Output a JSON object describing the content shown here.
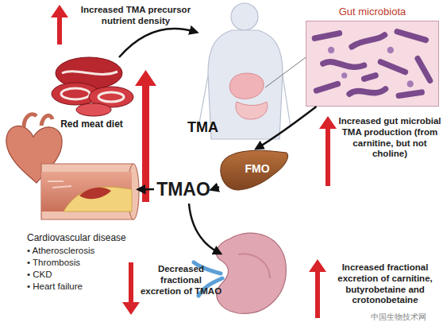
{
  "diagram": {
    "nodes": [
      {
        "text": [
          "Red meat diet"
        ]
      },
      {
        "text": [
          "Gut microbiota"
        ]
      },
      {
        "text": [
          "FMO"
        ]
      },
      {
        "text": [
          "TMAO"
        ]
      },
      {
        "text": [
          "Cardiovascular disease",
          "• Atherosclerosis",
          "• Thrombosis",
          "• CKD",
          "• Heart failure"
        ]
      }
    ],
    "edges": [
      {
        "from": 1,
        "to": 2,
        "label": "TMA",
        "arrow": "to"
      },
      {
        "from": 2,
        "to": 3,
        "arrow": "to"
      },
      {
        "from": 3,
        "to": 4,
        "arrow": "to"
      }
    ],
    "labels": [
      "Increased TMA precursor nutrient density",
      "Increased gut microbial TMA production (from carnitine, but not choline)",
      "Decreased fractional excretion of TMAO",
      "Increased fractional excretion of carnitine, butyrobetaine and crotonobetaine",
      "中国生物技术网"
    ]
  }
}
